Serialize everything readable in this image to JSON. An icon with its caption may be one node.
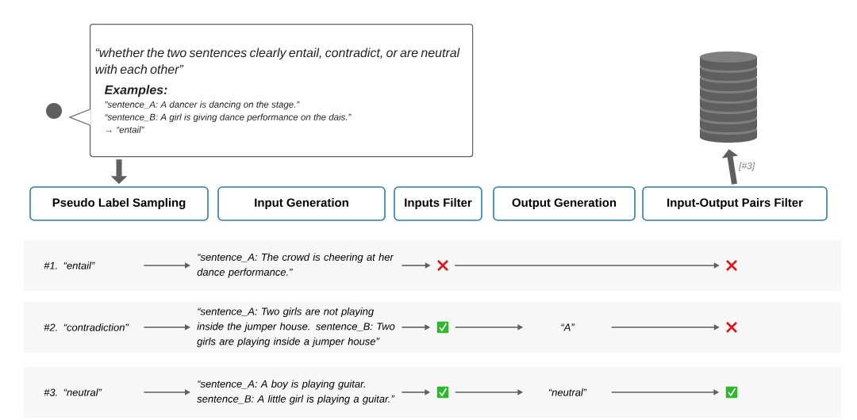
{
  "diagram": {
    "nodes": [
      {
        "text": [],
        "shape": "person"
      },
      {
        "text": [
          "“whether the two sentences clearly entail, contradict, or are neutral with each other”",
          "Examples:",
          "”sentence_A: A dancer is dancing on the stage.”",
          "“sentence_B: A girl is giving dance performance on the dais.”",
          "→ “entail”"
        ]
      },
      {
        "text": [
          "Pseudo Label Sampling"
        ]
      },
      {
        "text": [
          "Input Generation"
        ]
      },
      {
        "text": [
          "Inputs Filter"
        ]
      },
      {
        "text": [
          "Output Generation"
        ]
      },
      {
        "text": [
          "Input-Output Pairs Filter"
        ]
      },
      {
        "text": [],
        "shape": "cylinder"
      },
      {
        "text": [
          "#1. “entail”"
        ]
      },
      {
        "text": [
          "“sentence_A: The crowd is cheering at her dance performance.”"
        ]
      },
      {
        "text": [],
        "shape": "cross"
      },
      {
        "text": [],
        "shape": "cross"
      },
      {
        "text": [
          "#2. “contradiction”"
        ]
      },
      {
        "text": [
          "“sentence_A: Two girls are not playing inside the jumper house. sentence_B: Two girls are playing inside a jumper house”"
        ]
      },
      {
        "text": [],
        "shape": "check"
      },
      {
        "text": [
          "“A”"
        ]
      },
      {
        "text": [],
        "shape": "cross"
      },
      {
        "text": [
          "#3. “neutral”"
        ]
      },
      {
        "text": [
          "“sentence_A: A boy is playing guitar. sentence_B: A little girl is playing a guitar.”"
        ]
      },
      {
        "text": [],
        "shape": "check"
      },
      {
        "text": [
          "“neutral”"
        ]
      },
      {
        "text": [],
        "shape": "check"
      }
    ],
    "edges": [
      {
        "from": 1,
        "to": 2,
        "arrow": "to",
        "style": "thick"
      },
      {
        "from": 6,
        "to": 7,
        "arrow": "to",
        "style": "thick",
        "label": "[#3]"
      },
      {
        "from": 8,
        "to": 9,
        "arrow": "to"
      },
      {
        "from": 9,
        "to": 10,
        "arrow": "to"
      },
      {
        "from": 10,
        "to": 11,
        "arrow": "to"
      },
      {
        "from": 12,
        "to": 13,
        "arrow": "to"
      },
      {
        "from": 13,
        "to": 14,
        "arrow": "to"
      },
      {
        "from": 14,
        "to": 15,
        "arrow": "to"
      },
      {
        "from": 15,
        "to": 16,
        "arrow": "to"
      },
      {
        "from": 17,
        "to": 18,
        "arrow": "to"
      },
      {
        "from": 18,
        "to": 19,
        "arrow": "to"
      },
      {
        "from": 19,
        "to": 20,
        "arrow": "to"
      },
      {
        "from": 20,
        "to": 21,
        "arrow": "to"
      }
    ]
  }
}
